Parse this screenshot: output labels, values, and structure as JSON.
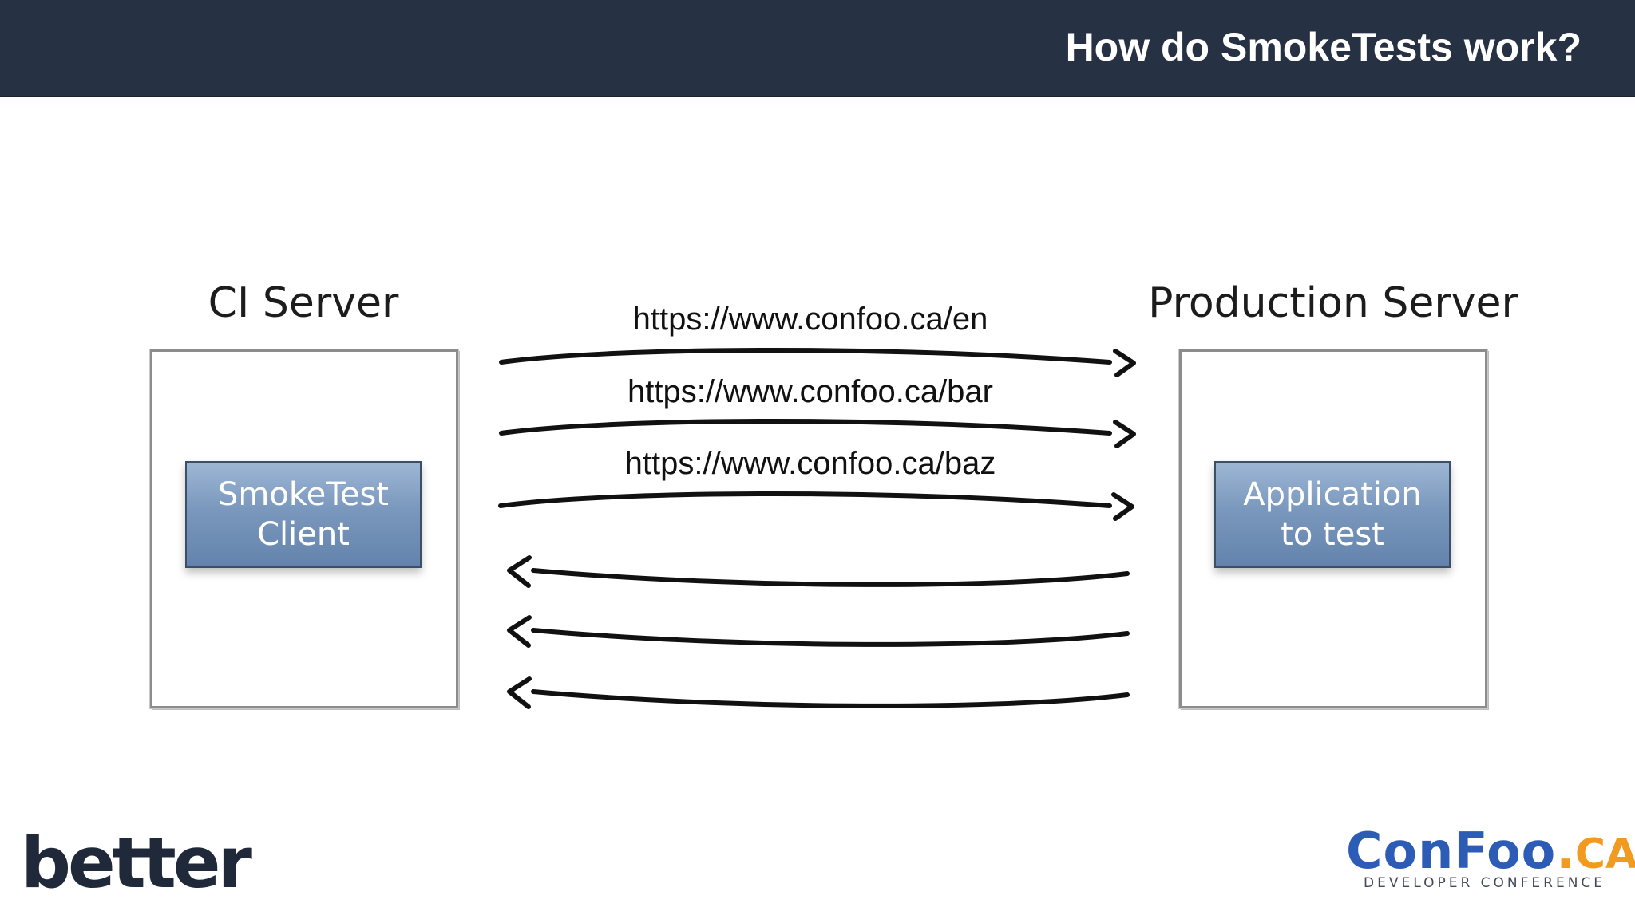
{
  "header": {
    "title": "How do SmokeTests work?"
  },
  "diagram": {
    "left_server": {
      "label": "CI Server",
      "component_line1": "SmokeTest",
      "component_line2": "Client"
    },
    "right_server": {
      "label": "Production Server",
      "component_line1": "Application",
      "component_line2": "to test"
    },
    "requests": [
      {
        "url": "https://www.confoo.ca/en"
      },
      {
        "url": "https://www.confoo.ca/bar"
      },
      {
        "url": "https://www.confoo.ca/baz"
      }
    ],
    "response_count": 3
  },
  "logos": {
    "left": "better",
    "right_main": "ConFoo",
    "right_dot": ".",
    "right_tld": "CA",
    "right_sub": "DEVELOPER CONFERENCE"
  },
  "colors": {
    "header_bg": "#263143",
    "component_fill": "#7a98bd",
    "confoo_blue": "#2c5cb6",
    "confoo_orange": "#f29a1f"
  }
}
